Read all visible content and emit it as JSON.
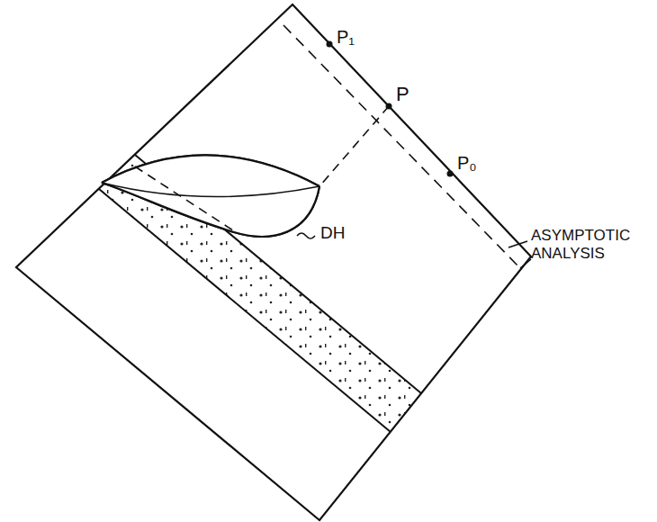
{
  "diagram": {
    "labels": [
      "P₁",
      "P",
      "P₀",
      "ASYMPTOTIC ANALYSIS",
      "DH"
    ]
  }
}
